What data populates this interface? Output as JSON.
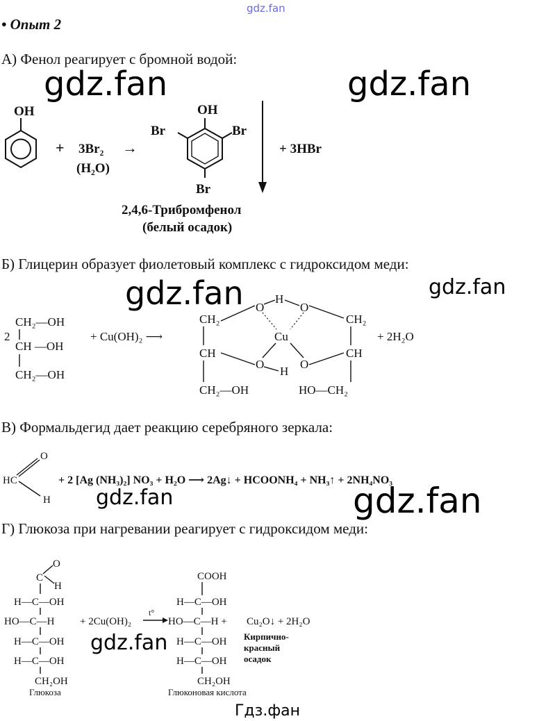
{
  "watermark_top": "gdz.fan",
  "watermark": "gdz.fan",
  "footer_watermark": "Гдз.фан",
  "title": "• Опыт 2",
  "colors": {
    "watermark_top": "#6a6ae0",
    "text": "#111111"
  },
  "section_a": {
    "heading": "А) Фенол реагирует с бромной водой:",
    "oh": "OH",
    "plus": "+",
    "reagent": "3Br₂",
    "condition": "(H₂O)",
    "arrow": "→",
    "product_oh": "OH",
    "br_left": "Br",
    "br_right": "Br",
    "br_bottom": "Br",
    "byproduct": "+  3HBr",
    "product_name": "2,4,6-Трибромфенол",
    "product_note": "(белый осадок)"
  },
  "section_b": {
    "heading": "Б) Глицерин образует фиолетовый комплекс с гидроксидом меди:",
    "coef": "2",
    "row1": "CH₂—OH",
    "row2": "CH —OH",
    "row3": "CH₂—OH",
    "reagent": "+ Cu(OH)₂ ⟶",
    "left_ch2": "CH₂",
    "left_ch": "CH",
    "left_bottom": "CH₂—OH",
    "o_top_left": "O",
    "h_top": "H",
    "o_top_right": "O",
    "cu": "Cu",
    "o_bottom_left": "O",
    "h_bottom": "H",
    "o_bottom_right": "O",
    "right_ch2": "CH₂",
    "right_ch": "CH",
    "right_bottom": "HO—CH₂",
    "product": "+ 2H₂O"
  },
  "section_c": {
    "heading": "В) Формальдегид дает реакцию серебряного зеркала:",
    "o": "O",
    "hc": "HC",
    "h": "H",
    "equation": "+ 2 [Ag (NH₃)₂] NO₃ + H₂O ⟶  2Ag↓ + HCOONH₄ + NH₃↑ + 2NH₄NO₃"
  },
  "section_d": {
    "heading": "Г) Глюкоза при нагревании реагирует с гидроксидом меди:",
    "glucose": {
      "o": "O",
      "c": "C",
      "h": "H",
      "rows": [
        "H—C—OH",
        "HO—C—H",
        "H—C—OH",
        "H—C—OH"
      ],
      "bottom": "CH₂OH",
      "name": "Глюкоза"
    },
    "reagent": "+ 2Cu(OH)₂",
    "condition": "t°",
    "acid": {
      "top": "COOH",
      "rows": [
        "H—C—OH",
        "HO—C—H +",
        "H—C—OH",
        "H—C—OH"
      ],
      "bottom": "CH₂OH",
      "name": "Глюконовая кислота"
    },
    "products": "Cu₂O↓ + 2H₂O",
    "precipitate": [
      "Кирпично-",
      "красный",
      "осадок"
    ]
  }
}
